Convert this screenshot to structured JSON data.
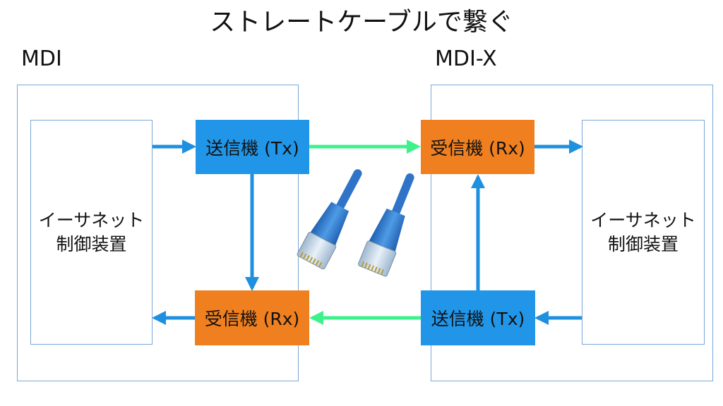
{
  "title": "ストレートケーブルで繋ぐ",
  "left": {
    "label": "MDI",
    "controller_line1": "イーサネット",
    "controller_line2": "制御装置",
    "tx_label": "送信機 (Tx)",
    "rx_label": "受信機 (Rx)"
  },
  "right": {
    "label": "MDI-X",
    "controller_line1": "イーサネット",
    "controller_line2": "制御装置",
    "tx_label": "送信機 (Tx)",
    "rx_label": "受信機 (Rx)"
  },
  "colors": {
    "tx_block": "#2196e9",
    "rx_block": "#f0801f",
    "signal_arrow": "#1f8fe0",
    "cable_arrow": "#3df28a",
    "frame_border": "#7aa7d8",
    "cable": "#2f74c8"
  },
  "icons": [
    "rj45-connector-icon",
    "rj45-connector-icon"
  ]
}
